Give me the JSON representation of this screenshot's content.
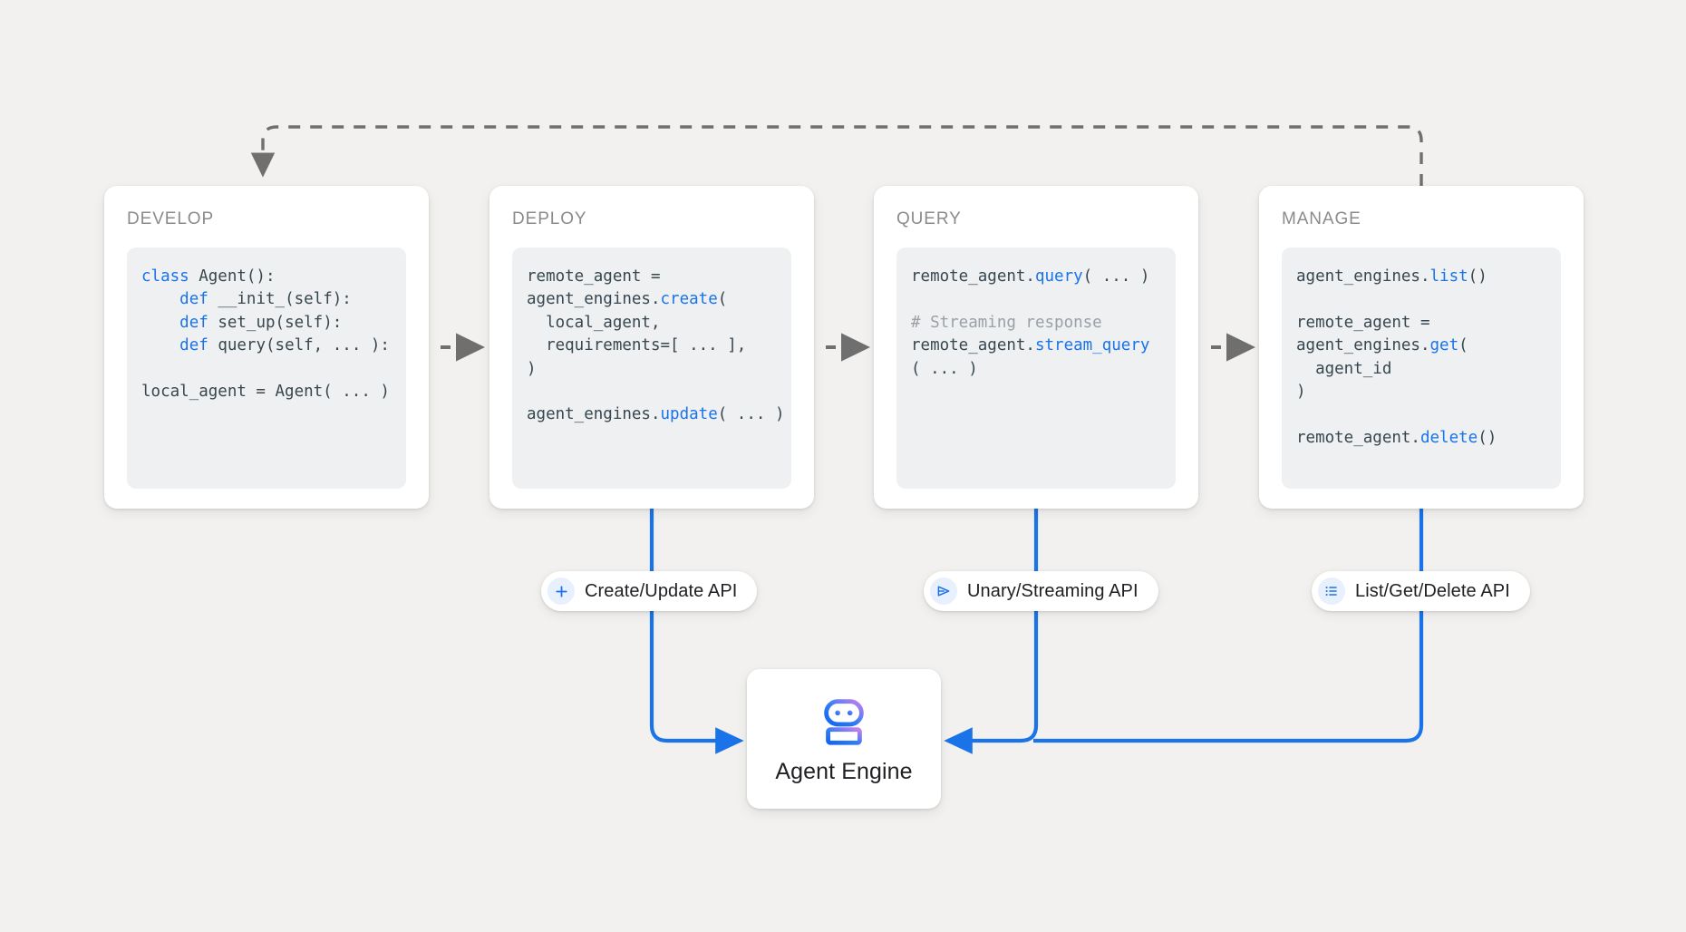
{
  "page": {
    "background_color": "#f2f1ef",
    "accent_blue": "#1a73e8",
    "dashed_gray": "#6f6f6f"
  },
  "stages": [
    {
      "id": "develop",
      "title": "DEVELOP",
      "code_lines": [
        {
          "segments": [
            {
              "t": "class ",
              "s": "kw"
            },
            {
              "t": "Agent():",
              "s": ""
            }
          ]
        },
        {
          "segments": [
            {
              "t": "    ",
              "s": ""
            },
            {
              "t": "def ",
              "s": "kw"
            },
            {
              "t": "__init_(self):",
              "s": ""
            }
          ]
        },
        {
          "segments": [
            {
              "t": "    ",
              "s": ""
            },
            {
              "t": "def ",
              "s": "kw"
            },
            {
              "t": "set_up(self):",
              "s": ""
            }
          ]
        },
        {
          "segments": [
            {
              "t": "    ",
              "s": ""
            },
            {
              "t": "def ",
              "s": "kw"
            },
            {
              "t": "query(self, ... ):",
              "s": ""
            }
          ]
        },
        {
          "segments": [
            {
              "t": "",
              "s": ""
            }
          ]
        },
        {
          "segments": [
            {
              "t": "local_agent = Agent( ... )",
              "s": ""
            }
          ]
        }
      ]
    },
    {
      "id": "deploy",
      "title": "DEPLOY",
      "code_lines": [
        {
          "segments": [
            {
              "t": "remote_agent =",
              "s": ""
            }
          ]
        },
        {
          "segments": [
            {
              "t": "agent_engines.",
              "s": ""
            },
            {
              "t": "create",
              "s": "fn"
            },
            {
              "t": "(",
              "s": ""
            }
          ]
        },
        {
          "segments": [
            {
              "t": "  local_agent,",
              "s": ""
            }
          ]
        },
        {
          "segments": [
            {
              "t": "  requirements=[ ... ],",
              "s": ""
            }
          ]
        },
        {
          "segments": [
            {
              "t": ")",
              "s": ""
            }
          ]
        },
        {
          "segments": [
            {
              "t": "",
              "s": ""
            }
          ]
        },
        {
          "segments": [
            {
              "t": "agent_engines.",
              "s": ""
            },
            {
              "t": "update",
              "s": "fn"
            },
            {
              "t": "( ... )",
              "s": ""
            }
          ]
        }
      ]
    },
    {
      "id": "query",
      "title": "QUERY",
      "code_lines": [
        {
          "segments": [
            {
              "t": "remote_agent.",
              "s": ""
            },
            {
              "t": "query",
              "s": "fn"
            },
            {
              "t": "( ... )",
              "s": ""
            }
          ]
        },
        {
          "segments": [
            {
              "t": "",
              "s": ""
            }
          ]
        },
        {
          "segments": [
            {
              "t": "# Streaming response",
              "s": "cm"
            }
          ]
        },
        {
          "segments": [
            {
              "t": "remote_agent.",
              "s": ""
            },
            {
              "t": "stream_query",
              "s": "fn"
            }
          ]
        },
        {
          "segments": [
            {
              "t": "( ... )",
              "s": ""
            }
          ]
        }
      ]
    },
    {
      "id": "manage",
      "title": "MANAGE",
      "code_lines": [
        {
          "segments": [
            {
              "t": "agent_engines.",
              "s": ""
            },
            {
              "t": "list",
              "s": "fn"
            },
            {
              "t": "()",
              "s": ""
            }
          ]
        },
        {
          "segments": [
            {
              "t": "",
              "s": ""
            }
          ]
        },
        {
          "segments": [
            {
              "t": "remote_agent =",
              "s": ""
            }
          ]
        },
        {
          "segments": [
            {
              "t": "agent_engines.",
              "s": ""
            },
            {
              "t": "get",
              "s": "fn"
            },
            {
              "t": "(",
              "s": ""
            }
          ]
        },
        {
          "segments": [
            {
              "t": "  agent_id",
              "s": ""
            }
          ]
        },
        {
          "segments": [
            {
              "t": ")",
              "s": ""
            }
          ]
        },
        {
          "segments": [
            {
              "t": "",
              "s": ""
            }
          ]
        },
        {
          "segments": [
            {
              "t": "remote_agent.",
              "s": ""
            },
            {
              "t": "delete",
              "s": "fn"
            },
            {
              "t": "()",
              "s": ""
            }
          ]
        }
      ]
    }
  ],
  "api_pills": [
    {
      "id": "create",
      "label": "Create/Update API",
      "icon": "plus-icon"
    },
    {
      "id": "unary",
      "label": "Unary/Streaming API",
      "icon": "send-icon"
    },
    {
      "id": "list",
      "label": "List/Get/Delete API",
      "icon": "list-icon"
    }
  ],
  "agent_engine": {
    "label": "Agent Engine",
    "icon": "robot-icon",
    "icon_gradient": [
      "#1a73e8",
      "#c77ff0"
    ]
  },
  "connectors": {
    "feedback_style": "dashed",
    "flow_style": "dashed",
    "api_style": "solid-blue"
  }
}
